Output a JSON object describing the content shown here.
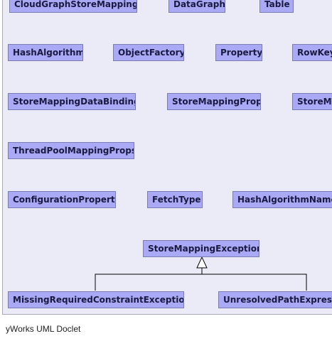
{
  "diagram": {
    "row1": [
      "CloudGraphStoreMapping",
      "DataGraph",
      "Table"
    ],
    "row2": [
      "HashAlgorithm",
      "ObjectFactory",
      "Property",
      "RowKey"
    ],
    "row3": [
      "StoreMappingDataBinding",
      "StoreMappingProp",
      "StoreMa"
    ],
    "row4": [
      "ThreadPoolMappingProps"
    ],
    "row5": [
      "ConfigurationProperty",
      "FetchType",
      "HashAlgorithmName"
    ],
    "exception_parent": "StoreMappingException",
    "exception_children": [
      "MissingRequiredConstraintException",
      "UnresolvedPathExpressi"
    ]
  },
  "footer": {
    "text": "yWorks UML Doclet"
  },
  "colors": {
    "class_fill": "#a9a9f5",
    "class_border": "#7b7bb8",
    "canvas_bg": "#ebebf8"
  }
}
